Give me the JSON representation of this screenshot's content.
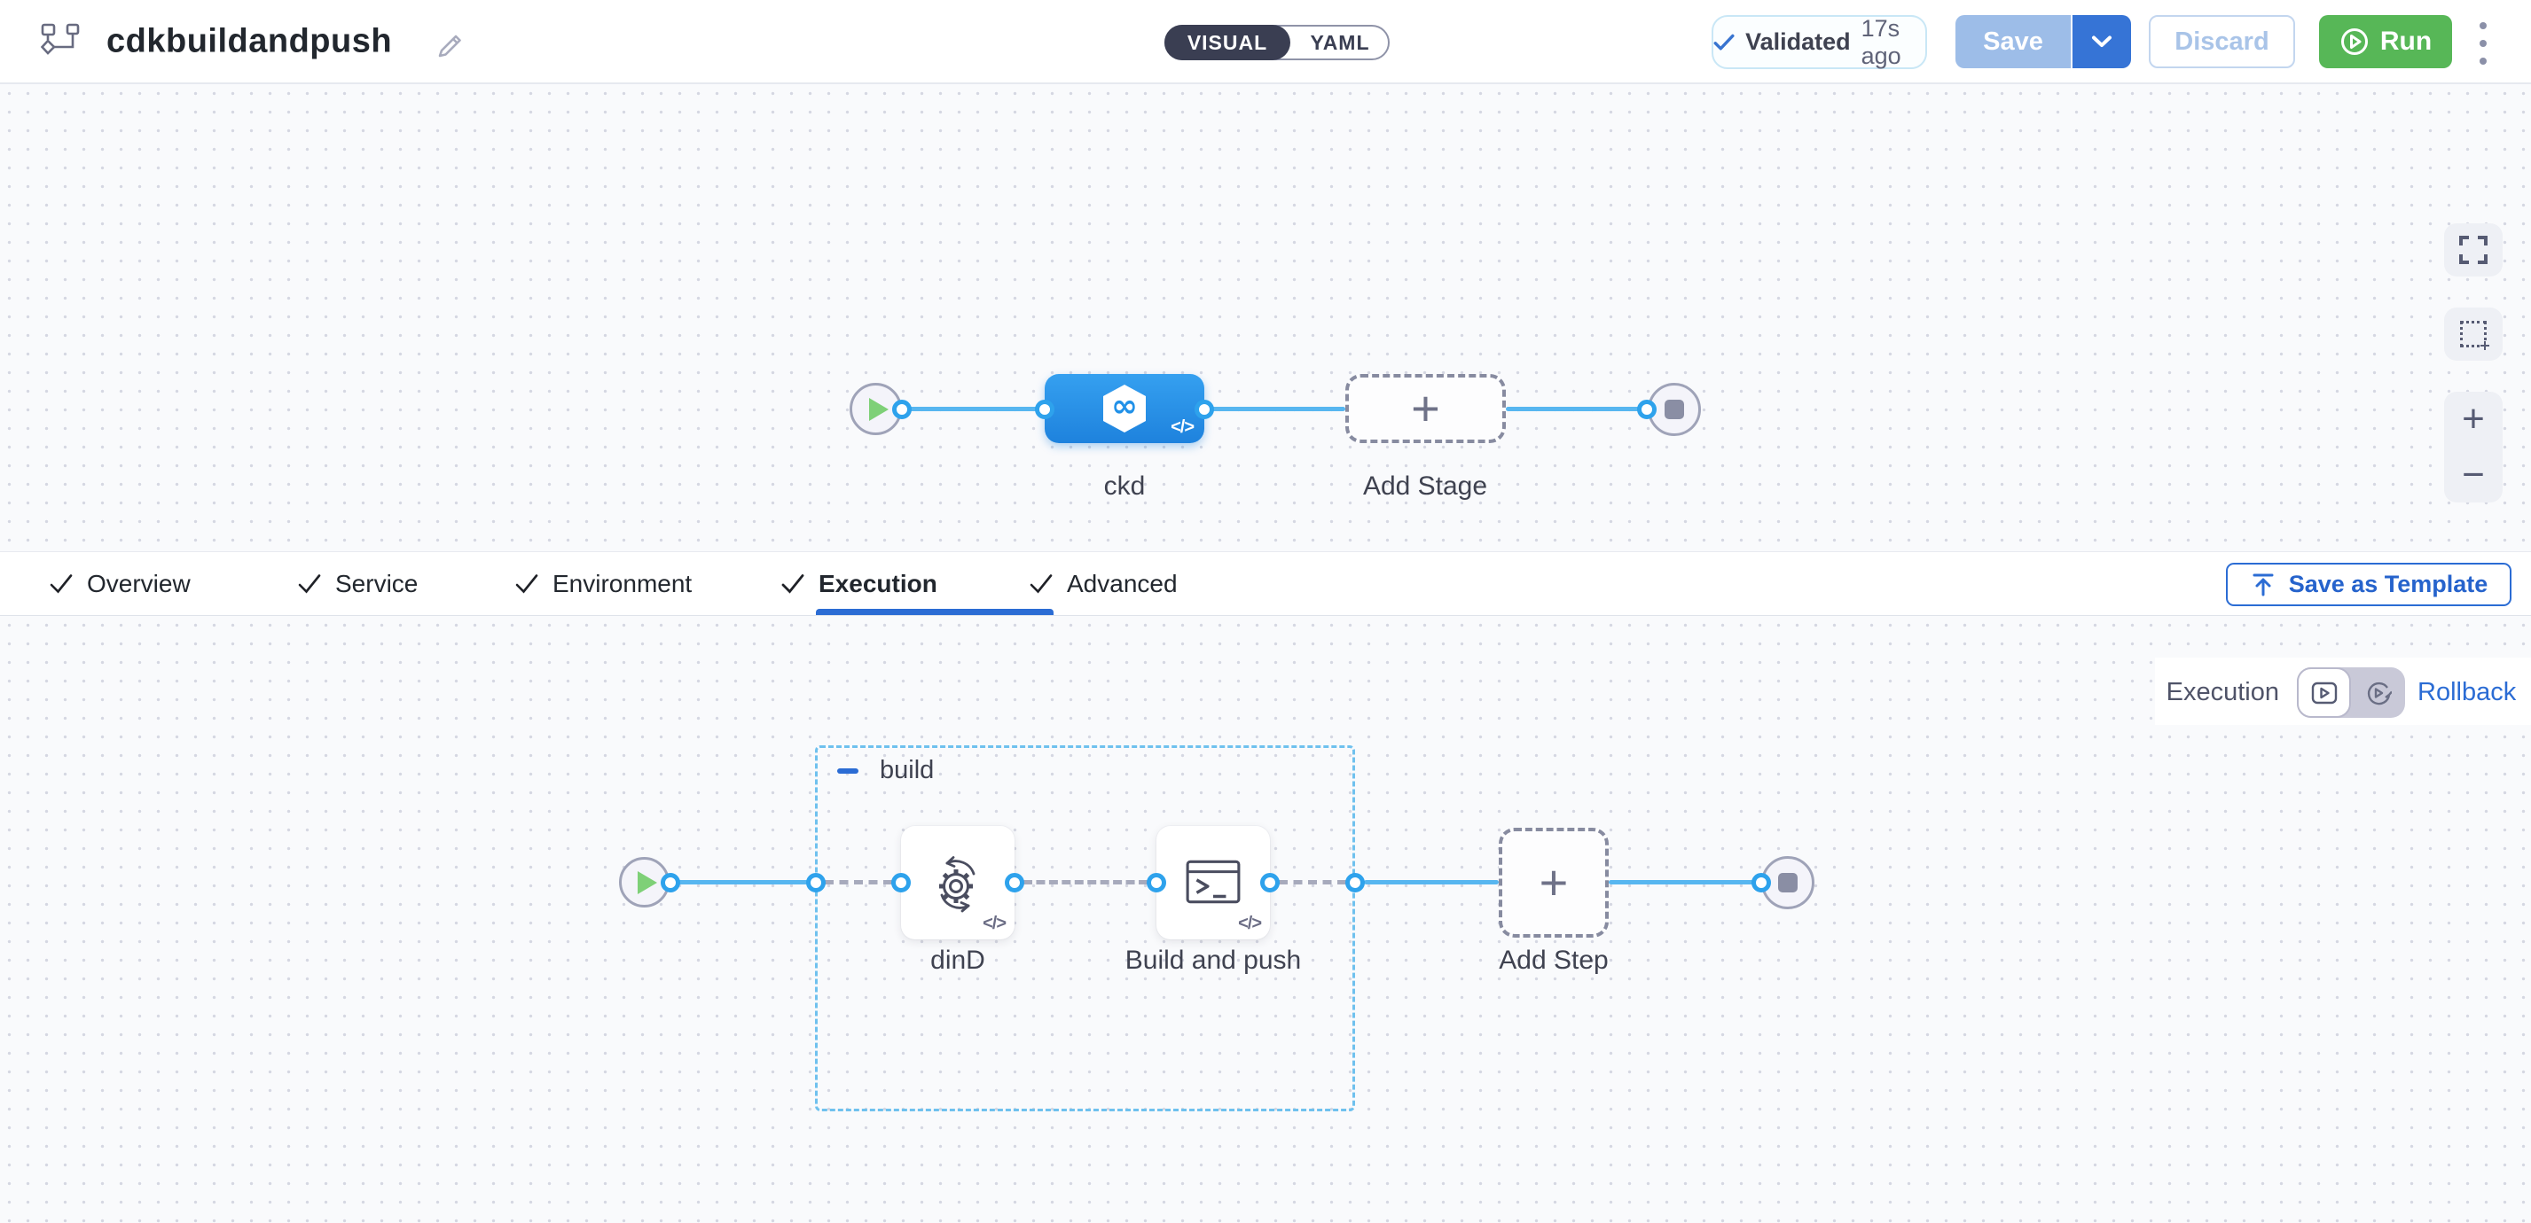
{
  "header": {
    "title": "cdkbuildandpush",
    "mode_toggle": {
      "visual": "VISUAL",
      "yaml": "YAML"
    },
    "validation": {
      "status": "Validated",
      "time": "17s ago"
    },
    "actions": {
      "save": "Save",
      "discard": "Discard",
      "run": "Run"
    }
  },
  "stage_canvas": {
    "stage_name": "ckd",
    "add_stage": "Add Stage"
  },
  "tabs": {
    "items": [
      {
        "label": "Overview"
      },
      {
        "label": "Service"
      },
      {
        "label": "Environment"
      },
      {
        "label": "Execution"
      },
      {
        "label": "Advanced"
      }
    ],
    "active": "Execution",
    "save_as_template": "Save as Template"
  },
  "execution_canvas": {
    "mode_label": "Execution",
    "rollback_label": "Rollback",
    "group_name": "build",
    "steps": [
      {
        "name": "dinD"
      },
      {
        "name": "Build and push"
      }
    ],
    "add_step": "Add Step"
  },
  "glyphs": {
    "code": "</>",
    "plus": "+",
    "minus": "−"
  },
  "colors": {
    "primary_blue": "#2b6cd4",
    "stage_blue": "#2b93ec",
    "connector_blue": "#57b6f0",
    "run_green": "#57b757",
    "validated_border": "#c9e7f6"
  }
}
